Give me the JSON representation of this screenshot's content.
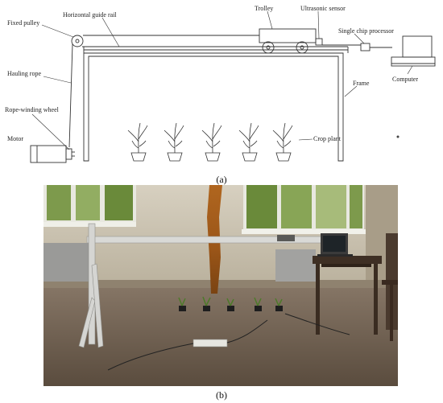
{
  "figure_a": {
    "labels": {
      "fixed_pulley": "Fixed pulley",
      "guide_rail": "Horizontal guide rail",
      "trolley": "Trolley",
      "ultrasonic_sensor": "Ultrasonic sensor",
      "single_chip": "Single chip processor",
      "hauling_rope": "Hauling rope",
      "computer": "Computer",
      "frame": "Frame",
      "rope_winding_wheel": "Rope-winding wheel",
      "crop_plant": "Crop plant",
      "motor": "Motor"
    },
    "caption": "(a)"
  },
  "figure_b": {
    "caption": "(b)",
    "colors": {
      "wall": "#c9c1ae",
      "floor": "#6e5f4e",
      "rust_stain": "#9a5518",
      "window_frame": "#e8e8e0",
      "foliage": "#6a8a3a"
    }
  }
}
